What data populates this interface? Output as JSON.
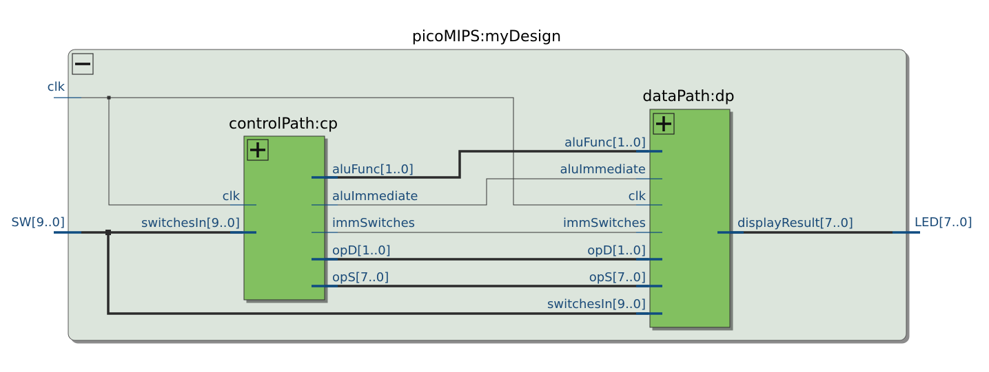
{
  "design": {
    "title": "picoMIPS:myDesign",
    "collapse_glyph": "minus-icon",
    "top_ports": {
      "clk": "clk",
      "sw": "SW[9..0]",
      "led": "LED[7..0]"
    }
  },
  "control_path": {
    "title": "controlPath:cp",
    "expand_glyph": "plus-icon",
    "inputs": {
      "clk": "clk",
      "switchesIn": "switchesIn[9..0]"
    },
    "outputs": {
      "aluFunc": "aluFunc[1..0]",
      "aluImmediate": "aluImmediate",
      "immSwitches": "immSwitches",
      "opD": "opD[1..0]",
      "opS": "opS[7..0]"
    }
  },
  "data_path": {
    "title": "dataPath:dp",
    "expand_glyph": "plus-icon",
    "inputs": {
      "aluFunc": "aluFunc[1..0]",
      "aluImmediate": "aluImmediate",
      "clk": "clk",
      "immSwitches": "immSwitches",
      "opD": "opD[1..0]",
      "opS": "opS[7..0]",
      "switchesIn": "switchesIn[9..0]"
    },
    "outputs": {
      "displayResult": "displayResult[7..0]"
    }
  },
  "colors": {
    "container_fill": "#dce5dc",
    "container_stroke": "#555555",
    "block_fill": "#82c060",
    "block_stroke": "#333333",
    "port_stub": "#0f4c81",
    "label": "#1a4a78",
    "bus": "#2b2b2b"
  }
}
